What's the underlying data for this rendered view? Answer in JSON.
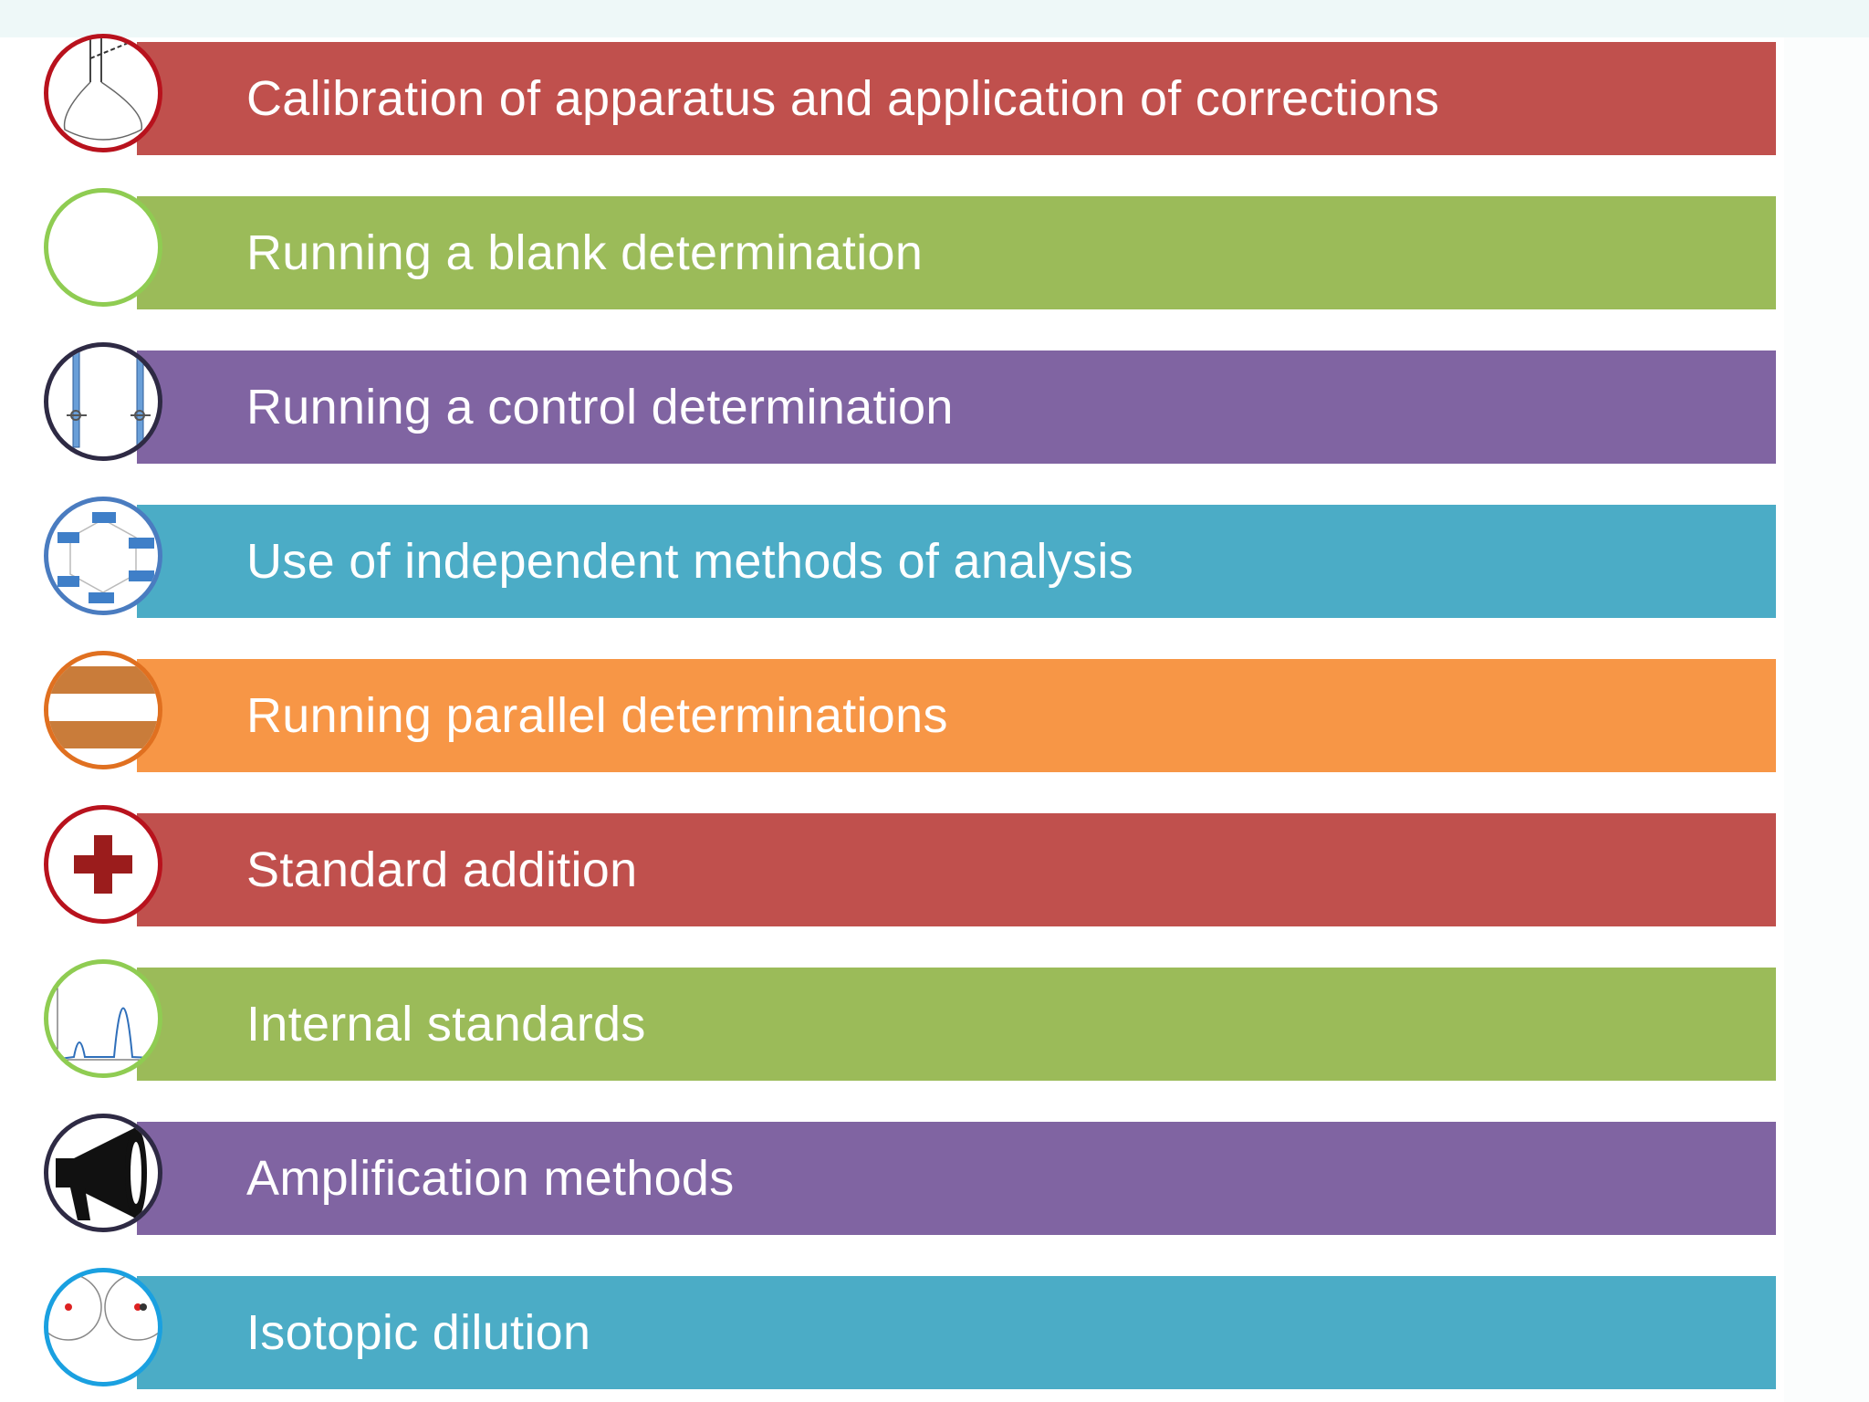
{
  "items": [
    {
      "label": "Calibration of apparatus and application of corrections",
      "bar_color": "#c0504d",
      "ring_color": "#b8121d",
      "icon": "volumetric-flask-icon"
    },
    {
      "label": "Running a blank determination",
      "bar_color": "#9bbb59",
      "ring_color": "#8fcc52",
      "icon": "blank-circle-icon"
    },
    {
      "label": "Running a control determination",
      "bar_color": "#8064a2",
      "ring_color": "#2e2a44",
      "icon": "burettes-icon"
    },
    {
      "label": "Use of independent methods of analysis",
      "bar_color": "#4bacc6",
      "ring_color": "#4a7cc0",
      "icon": "methods-diagram-icon"
    },
    {
      "label": "Running parallel determinations",
      "bar_color": "#f79646",
      "ring_color": "#e07020",
      "icon": "parallel-stripes-icon"
    },
    {
      "label": "Standard addition",
      "bar_color": "#c0504d",
      "ring_color": "#b8121d",
      "icon": "plus-icon"
    },
    {
      "label": "Internal standards",
      "bar_color": "#9bbb59",
      "ring_color": "#8fcc52",
      "icon": "chromatogram-peaks-icon"
    },
    {
      "label": "Amplification methods",
      "bar_color": "#8064a2",
      "ring_color": "#2e2a44",
      "icon": "megaphone-icon"
    },
    {
      "label": "Isotopic dilution",
      "bar_color": "#4bacc6",
      "ring_color": "#1aa0e0",
      "icon": "isotope-atoms-icon"
    }
  ]
}
